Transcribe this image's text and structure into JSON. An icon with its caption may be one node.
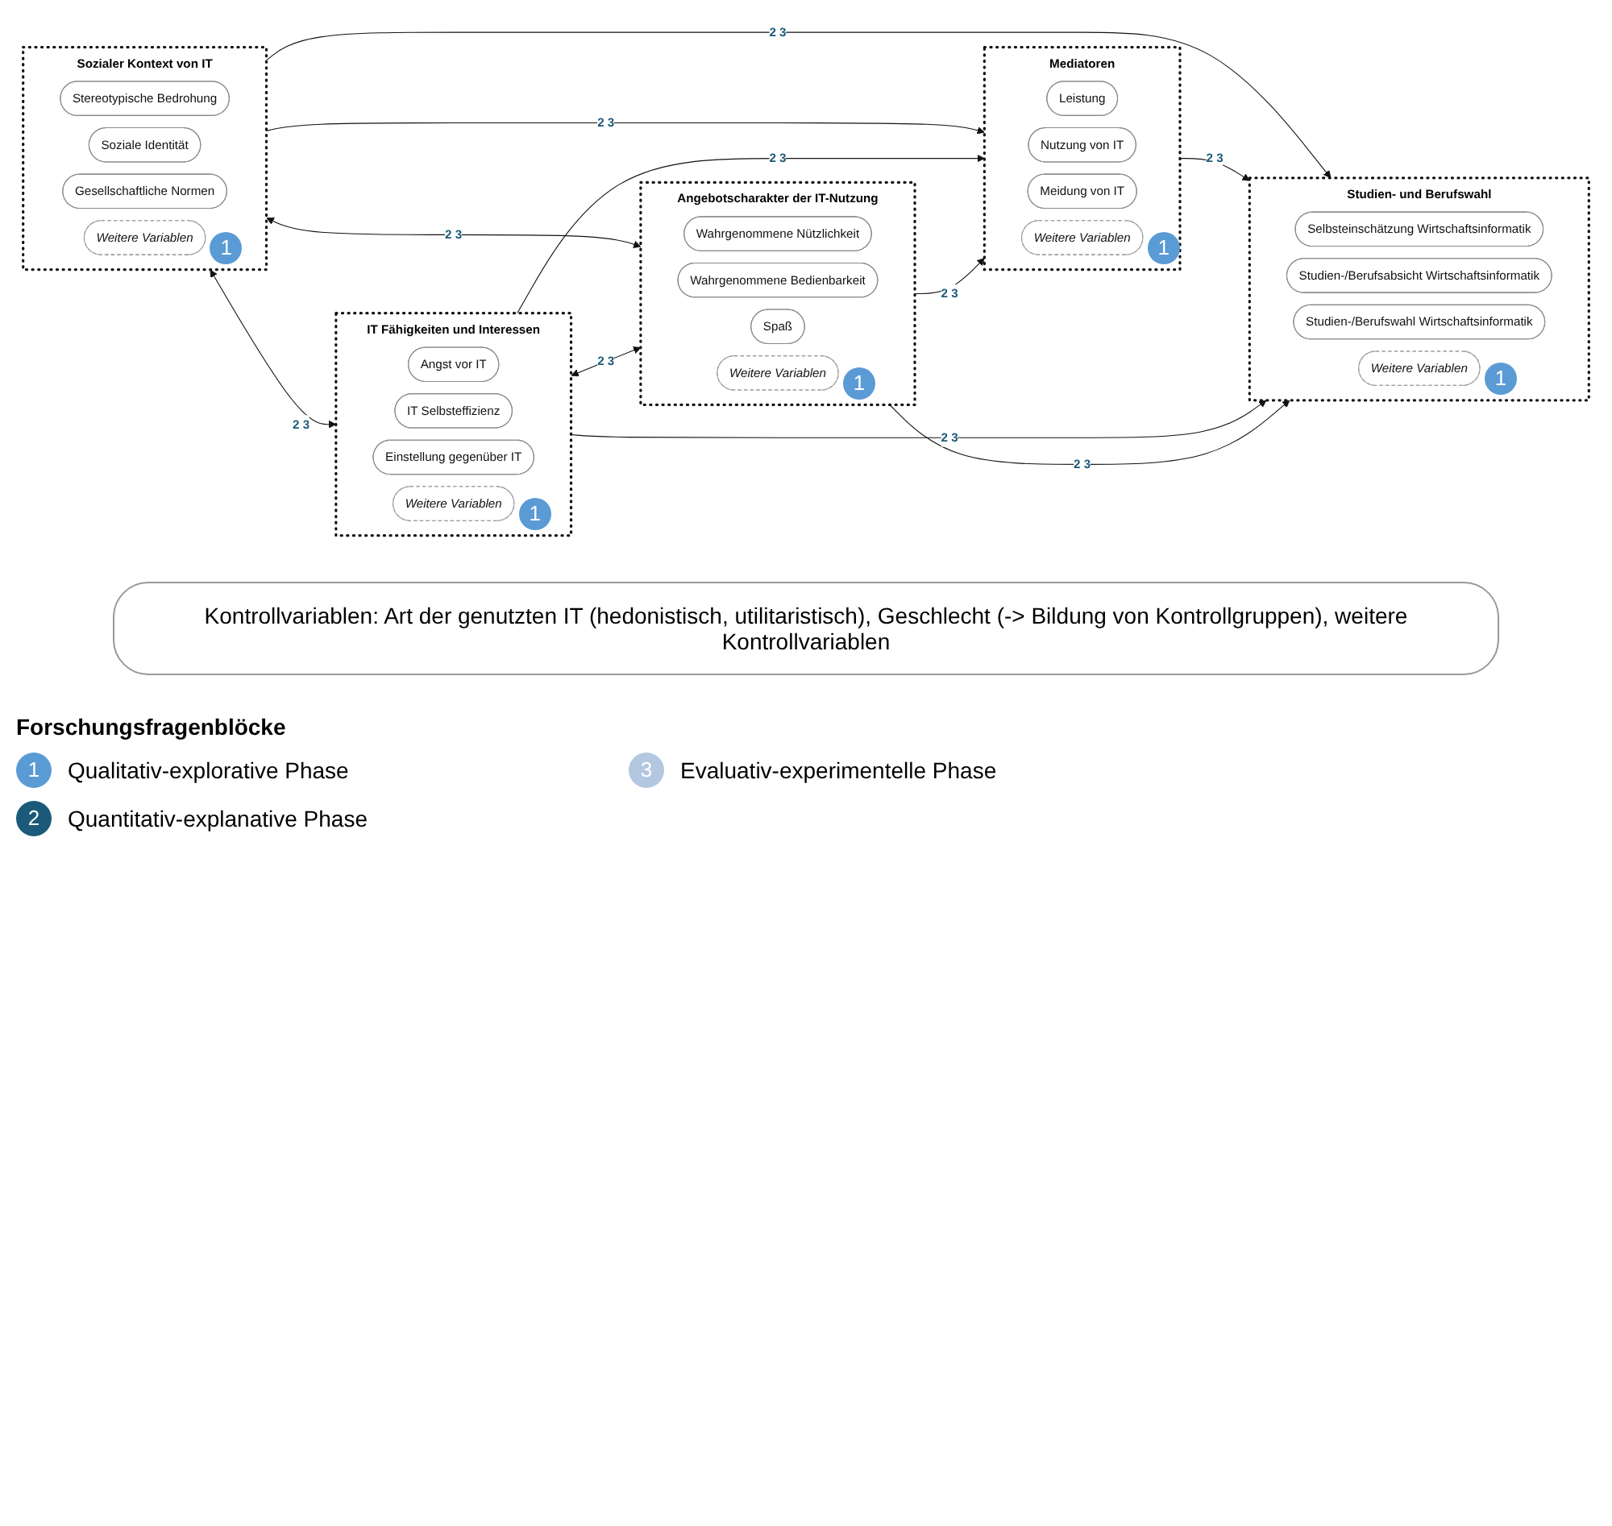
{
  "diagram": {
    "nodes": [
      {
        "text": [
          "Sozialer Kontext von IT"
        ]
      },
      {
        "text": [
          "Stereotypische Bedrohung"
        ],
        "in": 0
      },
      {
        "text": [
          "Soziale Identität"
        ],
        "in": 0
      },
      {
        "text": [
          "Gesellschaftliche Normen"
        ],
        "in": 0
      },
      {
        "text": [
          "Weitere Variablen"
        ],
        "in": 0,
        "beside": [
          "1"
        ]
      },
      {
        "text": [
          "IT Fähigkeiten und Interessen"
        ]
      },
      {
        "text": [
          "Angst vor IT"
        ],
        "in": 5
      },
      {
        "text": [
          "IT Selbsteffizienz"
        ],
        "in": 5
      },
      {
        "text": [
          "Einstellung gegenüber IT"
        ],
        "in": 5
      },
      {
        "text": [
          "Weitere Variablen"
        ],
        "in": 5,
        "beside": [
          "1"
        ]
      },
      {
        "text": [
          "Mediatoren"
        ]
      },
      {
        "text": [
          "Leistung"
        ],
        "in": 10
      },
      {
        "text": [
          "Nutzung von IT"
        ],
        "in": 10
      },
      {
        "text": [
          "Meidung von IT"
        ],
        "in": 10
      },
      {
        "text": [
          "Weitere Variablen"
        ],
        "in": 10,
        "beside": [
          "1"
        ]
      },
      {
        "text": [
          "Studien- und Berufswahl"
        ]
      },
      {
        "text": [
          "Selbsteinschätzung Wirtschaftsinformatik"
        ],
        "in": 15
      },
      {
        "text": [
          "Studien-/Berufsabsicht Wirtschaftsinformatik"
        ],
        "in": 15
      },
      {
        "text": [
          "Studien-/Berufswahl Wirtschaftsinformatik"
        ],
        "in": 15
      },
      {
        "text": [
          "Weitere Variablen"
        ],
        "in": 15,
        "beside": [
          "1"
        ]
      },
      {
        "text": [
          "Angebotscharakter der IT-Nutzung"
        ]
      },
      {
        "text": [
          "Wahrgenommene Nützlichkeit"
        ],
        "in": 20
      },
      {
        "text": [
          "Wahrgenommene Bedienbarkeit"
        ],
        "in": 20
      },
      {
        "text": [
          "Spaß"
        ],
        "in": 20
      },
      {
        "text": [
          "Weitere Variablen"
        ],
        "in": 20,
        "beside": [
          "1"
        ]
      },
      {
        "text": [
          "Kontrollvariablen: Art der genutzten IT (hedonistisch, utilitaristisch), Geschlecht (-> Bildung von Kontrollgruppen), weitere Kontrollvariablen"
        ]
      }
    ],
    "edges": [
      {
        "from": 0,
        "to": 10,
        "arrow": "to",
        "label": "2 3"
      },
      {
        "from": 0,
        "to": 15,
        "arrow": "to",
        "label": "2 3"
      },
      {
        "from": 0,
        "to": 5,
        "arrow": "both",
        "label": "2 3"
      },
      {
        "from": 0,
        "to": 20,
        "arrow": "both",
        "label": "2 3"
      },
      {
        "from": 5,
        "to": 10,
        "arrow": "to",
        "label": "2 3"
      },
      {
        "from": 10,
        "to": 15,
        "arrow": "to",
        "label": "2 3"
      },
      {
        "from": 5,
        "to": 20,
        "arrow": "both",
        "label": "2 3"
      },
      {
        "from": 5,
        "to": 15,
        "arrow": "to",
        "label": "2 3"
      },
      {
        "from": 20,
        "to": 10,
        "arrow": "to",
        "label": "2 3"
      },
      {
        "from": 20,
        "to": 15,
        "arrow": "to",
        "label": "2 3"
      }
    ],
    "labels": [
      "Forschungsfragenblöcke",
      "1",
      "3",
      "2"
    ],
    "legend": [
      {
        "text": "Qualitativ-explorative Phase",
        "color": "#5b9bd5"
      },
      {
        "text": "Evaluativ-experimentelle Phase",
        "color": "#b4c7e0"
      },
      {
        "text": "Quantitativ-explanative Phase",
        "color": "#1b5a78"
      }
    ]
  }
}
